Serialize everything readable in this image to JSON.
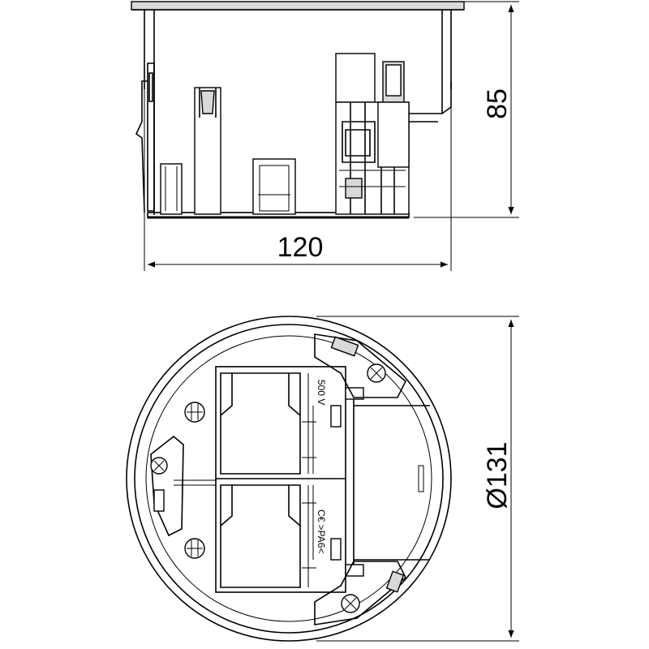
{
  "dimensions": {
    "height": "85",
    "width": "120",
    "diameter": "Ø131"
  },
  "markings": {
    "voltage": "500 V",
    "material": "C€ >PA6<"
  }
}
